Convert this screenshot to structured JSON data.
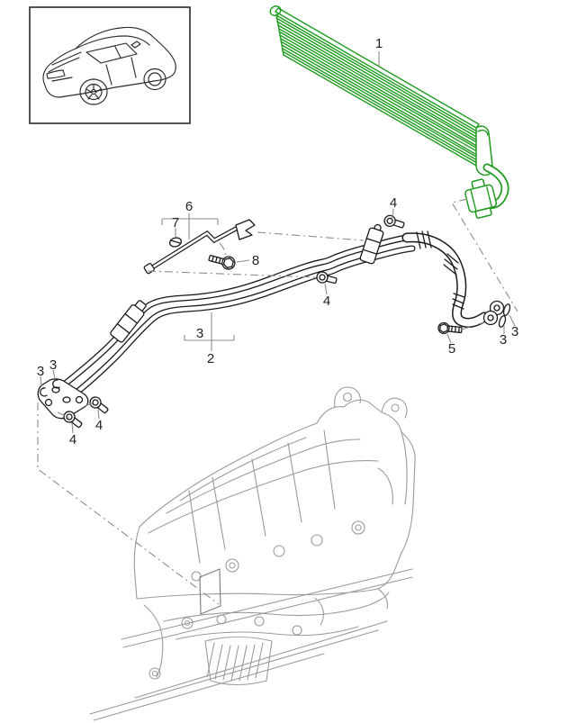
{
  "colors": {
    "highlight_green": "#1f9b1f",
    "part_line": "#1a1a1a",
    "leader_gray": "#8c8c8c",
    "sketch_gray": "#9b9b9b"
  },
  "callouts": [
    {
      "name": "oil-cooler",
      "text": "1"
    },
    {
      "name": "screw-top-right",
      "text": "4"
    },
    {
      "name": "bracket-assembly",
      "text": "6"
    },
    {
      "name": "retaining-clip",
      "text": "7"
    },
    {
      "name": "bracket-screw",
      "text": "8"
    },
    {
      "name": "screw-middle",
      "text": "4"
    },
    {
      "name": "oil-pipe",
      "text": "3"
    },
    {
      "name": "oil-line-assembly",
      "text": "2"
    },
    {
      "name": "seal-ring-left-outer",
      "text": "3"
    },
    {
      "name": "seal-ring-left-inner",
      "text": "3"
    },
    {
      "name": "screw-flange-lower",
      "text": "4"
    },
    {
      "name": "screw-flange-upper",
      "text": "4"
    },
    {
      "name": "union-screw",
      "text": "5"
    },
    {
      "name": "seal-ring-right-lower",
      "text": "3"
    },
    {
      "name": "seal-ring-right-upper",
      "text": "3"
    }
  ]
}
